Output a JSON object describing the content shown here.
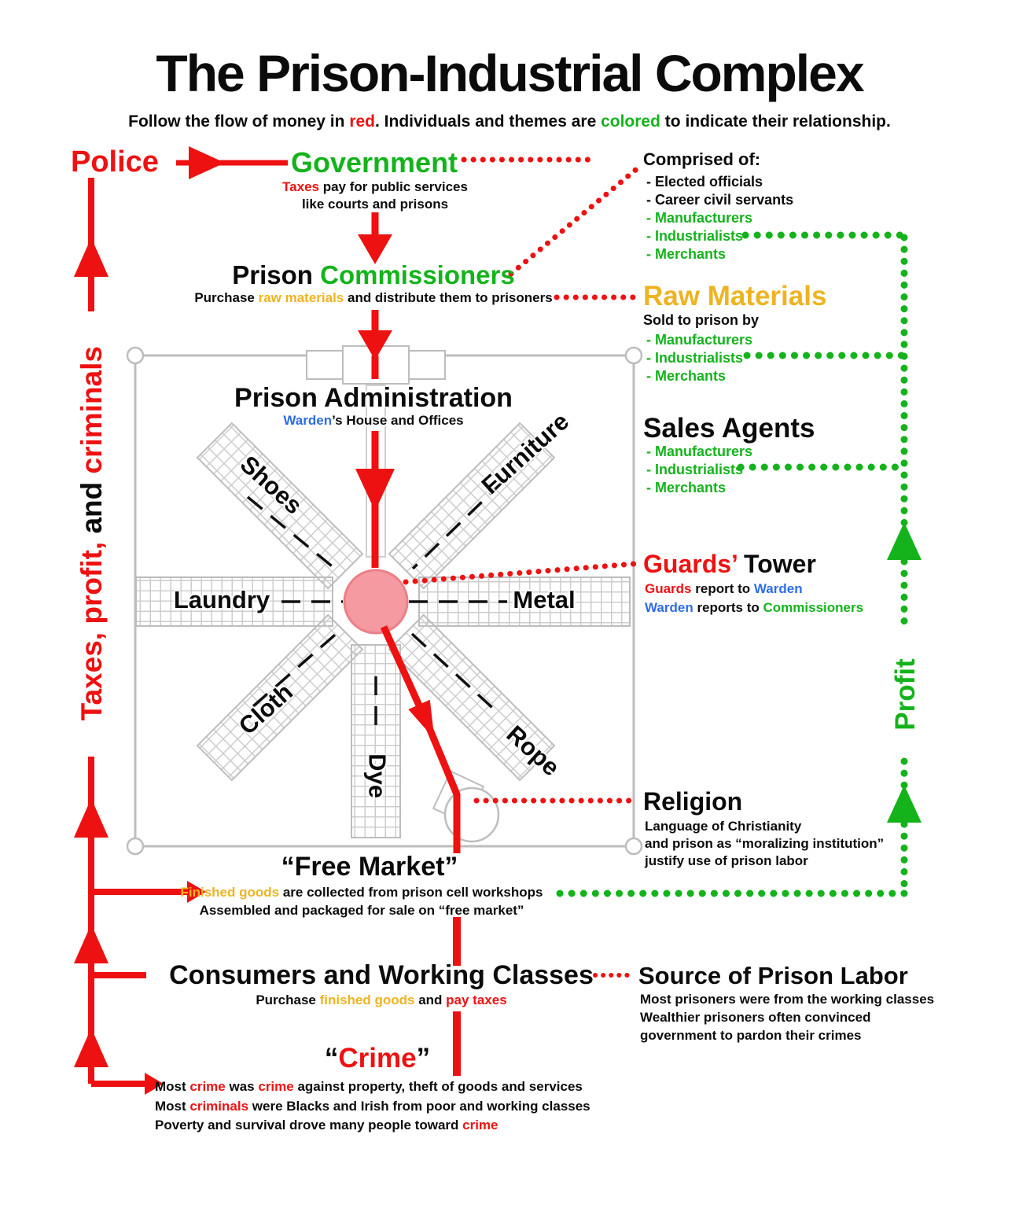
{
  "colors": {
    "red": "#ee1111",
    "green": "#14b31c",
    "gold": "#edb422",
    "blue": "#2e6ce6",
    "black": "#0b0b0b"
  },
  "title": "The Prison-Industrial Complex",
  "subtitle_segments": [
    {
      "t": "Follow the flow of money in ",
      "c": "black"
    },
    {
      "t": "red",
      "c": "red"
    },
    {
      "t": ".  Individuals and themes are ",
      "c": "black"
    },
    {
      "t": "colored",
      "c": "green"
    },
    {
      "t": " to indicate their relationship.",
      "c": "black"
    }
  ],
  "police_label": "Police",
  "government": {
    "label": "Government",
    "caption_line1_segments": [
      {
        "t": "Taxes",
        "c": "red"
      },
      {
        "t": " pay for public services",
        "c": "black"
      }
    ],
    "caption_line2": "like courts and prisons"
  },
  "comprised": {
    "heading": "Comprised of:",
    "items": [
      [
        {
          "t": "- Elected officials",
          "c": "black"
        }
      ],
      [
        {
          "t": "- Career civil servants",
          "c": "black"
        }
      ],
      [
        {
          "t": "- Manufacturers",
          "c": "green"
        }
      ],
      [
        {
          "t": "- Industrialists",
          "c": "green"
        }
      ],
      [
        {
          "t": "- Merchants",
          "c": "green"
        }
      ]
    ]
  },
  "commissioners": {
    "heading_segments": [
      {
        "t": "Prison ",
        "c": "black"
      },
      {
        "t": "Commissioners",
        "c": "green"
      }
    ],
    "caption_segments": [
      {
        "t": "Purchase ",
        "c": "black"
      },
      {
        "t": "raw materials",
        "c": "gold"
      },
      {
        "t": " and distribute them to prisoners",
        "c": "black"
      }
    ]
  },
  "raw_materials": {
    "heading": "Raw Materials",
    "sub": "Sold to prison by",
    "items": [
      "- Manufacturers",
      "- Industrialists",
      "- Merchants"
    ]
  },
  "sales_agents": {
    "heading": "Sales Agents",
    "items": [
      "- Manufacturers",
      "- Industrialists",
      "- Merchants"
    ]
  },
  "prison": {
    "admin_heading": "Prison Administration",
    "warden_caption_segments": [
      {
        "t": "Warden",
        "c": "blue"
      },
      {
        "t": "’s House and Offices",
        "c": "black"
      }
    ],
    "workshops": [
      "Shoes",
      "Furniture",
      "Laundry",
      "Metal",
      "Cloth",
      "Dye",
      "Rope"
    ]
  },
  "guards_tower": {
    "heading_segments": [
      {
        "t": "Guards’",
        "c": "red"
      },
      {
        "t": " Tower",
        "c": "black"
      }
    ],
    "line1_segments": [
      {
        "t": "Guards",
        "c": "red"
      },
      {
        "t": " report to ",
        "c": "black"
      },
      {
        "t": "Warden",
        "c": "blue"
      }
    ],
    "line2_segments": [
      {
        "t": "Warden",
        "c": "blue"
      },
      {
        "t": " reports to ",
        "c": "black"
      },
      {
        "t": "Commissioners",
        "c": "green"
      }
    ]
  },
  "religion": {
    "heading": "Religion",
    "lines": [
      "Language of Christianity",
      "and prison as “moralizing institution”",
      "justify use of prison labor"
    ]
  },
  "free_market": {
    "heading": "“Free Market”",
    "line1_segments": [
      {
        "t": "Finished goods",
        "c": "gold"
      },
      {
        "t": " are collected from prison cell workshops",
        "c": "black"
      }
    ],
    "line2": "Assembled and packaged for sale on “free market”"
  },
  "consumers": {
    "heading": "Consumers and Working Classes",
    "caption_segments": [
      {
        "t": "Purchase ",
        "c": "black"
      },
      {
        "t": "finished goods",
        "c": "gold"
      },
      {
        "t": " and ",
        "c": "black"
      },
      {
        "t": "pay taxes",
        "c": "red"
      }
    ]
  },
  "crime": {
    "heading_segments": [
      {
        "t": "“",
        "c": "black"
      },
      {
        "t": "Crime",
        "c": "red"
      },
      {
        "t": "”",
        "c": "black"
      }
    ],
    "lines": [
      [
        {
          "t": "Most ",
          "c": "black"
        },
        {
          "t": "crime",
          "c": "red"
        },
        {
          "t": " was ",
          "c": "black"
        },
        {
          "t": "crime",
          "c": "red"
        },
        {
          "t": " against property, theft of goods and services",
          "c": "black"
        }
      ],
      [
        {
          "t": "Most ",
          "c": "black"
        },
        {
          "t": "criminals",
          "c": "red"
        },
        {
          "t": " were Blacks and Irish from poor and working classes",
          "c": "black"
        }
      ],
      [
        {
          "t": "Poverty and survival drove many people toward ",
          "c": "black"
        },
        {
          "t": "crime",
          "c": "red"
        }
      ]
    ]
  },
  "source_labor": {
    "heading": "Source of Prison Labor",
    "lines": [
      "Most prisoners were from the working classes",
      "Wealthier prisoners often convinced",
      "government to pardon their crimes"
    ]
  },
  "left_axis_segments": [
    {
      "t": "Taxes, ",
      "c": "red"
    },
    {
      "t": "profit, ",
      "c": "red"
    },
    {
      "t": "and ",
      "c": "black"
    },
    {
      "t": "criminals",
      "c": "red"
    }
  ],
  "profit_label": "Profit"
}
